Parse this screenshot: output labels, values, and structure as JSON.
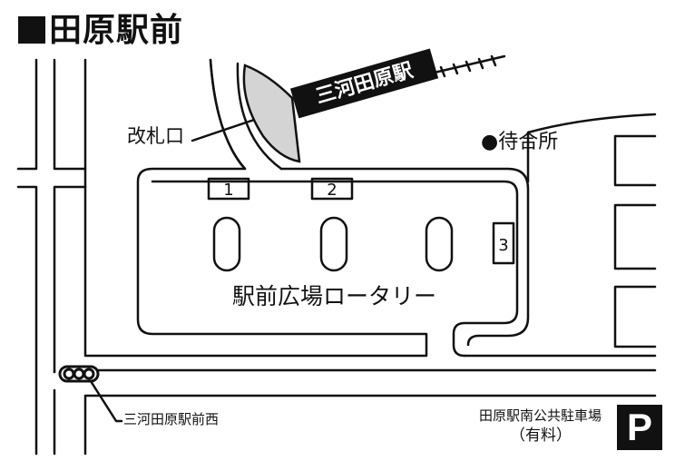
{
  "title": "田原駅前",
  "station": {
    "name": "三河田原駅"
  },
  "ticket_gate": {
    "label": "改札口"
  },
  "waiting_area": {
    "label": "●待合所"
  },
  "rotary": {
    "label": "駅前広場ロータリー"
  },
  "bus_stops": [
    {
      "number": "1"
    },
    {
      "number": "2"
    },
    {
      "number": "3"
    }
  ],
  "intersection": {
    "label": "三河田原駅前西",
    "icon": "traffic-signal-icon"
  },
  "parking": {
    "name": "田原駅南公共駐車場",
    "fee_note": "（有料）",
    "sign": "P"
  },
  "colors": {
    "line": "#111111",
    "platform": "#d4d4d4",
    "background": "#ffffff"
  }
}
